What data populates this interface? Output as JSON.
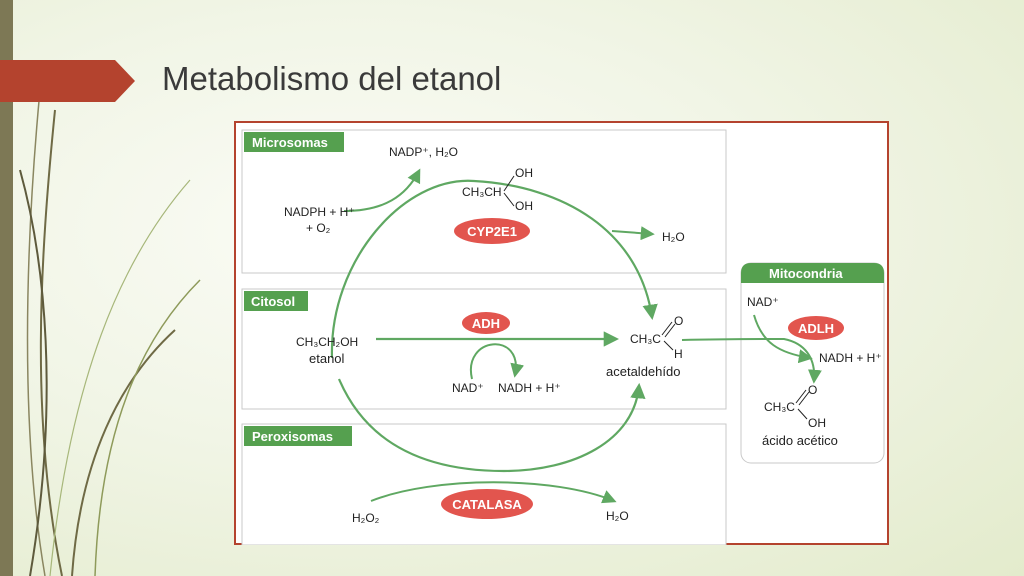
{
  "slide": {
    "title": "Metabolismo del etanol"
  },
  "compartments": {
    "microsomas": "Microsomas",
    "citosol": "Citosol",
    "peroxisomas": "Peroxisomas",
    "mitocondria": "Mitocondria"
  },
  "enzymes": {
    "cyp2e1": "CYP2E1",
    "adh": "ADH",
    "adlh": "ADLH",
    "catalasa": "CATALASA"
  },
  "molecules": {
    "nadp_h2o": "NADP⁺, H₂O",
    "nadph_h": "NADPH + H⁺",
    "plus_o2": "+ O₂",
    "gem_diol_left": "CH₃CH",
    "gem_diol_oh_top": "OH",
    "gem_diol_oh_bottom": "OH",
    "h2o_micro": "H₂O",
    "ethanol_formula": "CH₃CH₂OH",
    "ethanol_name": "etanol",
    "nad_cyto": "NAD⁺",
    "nadh_cyto": "NADH + H⁺",
    "acetaldehyde_left": "CH₃C",
    "acetaldehyde_o": "O",
    "acetaldehyde_h": "H",
    "acetaldehyde_name": "acetaldehído",
    "nad_mito": "NAD⁺",
    "nadh_mito": "NADH + H⁺",
    "acetic_left": "CH₃C",
    "acetic_o": "O",
    "acetic_oh": "OH",
    "acetic_name": "ácido acético",
    "h2o2": "H₂O₂",
    "h2o_perox": "H₂O"
  },
  "colors": {
    "accent_red": "#b4432e",
    "compartment_green": "#55a04f",
    "arrow_green": "#5fa862",
    "enzyme_red": "#e2554e"
  }
}
